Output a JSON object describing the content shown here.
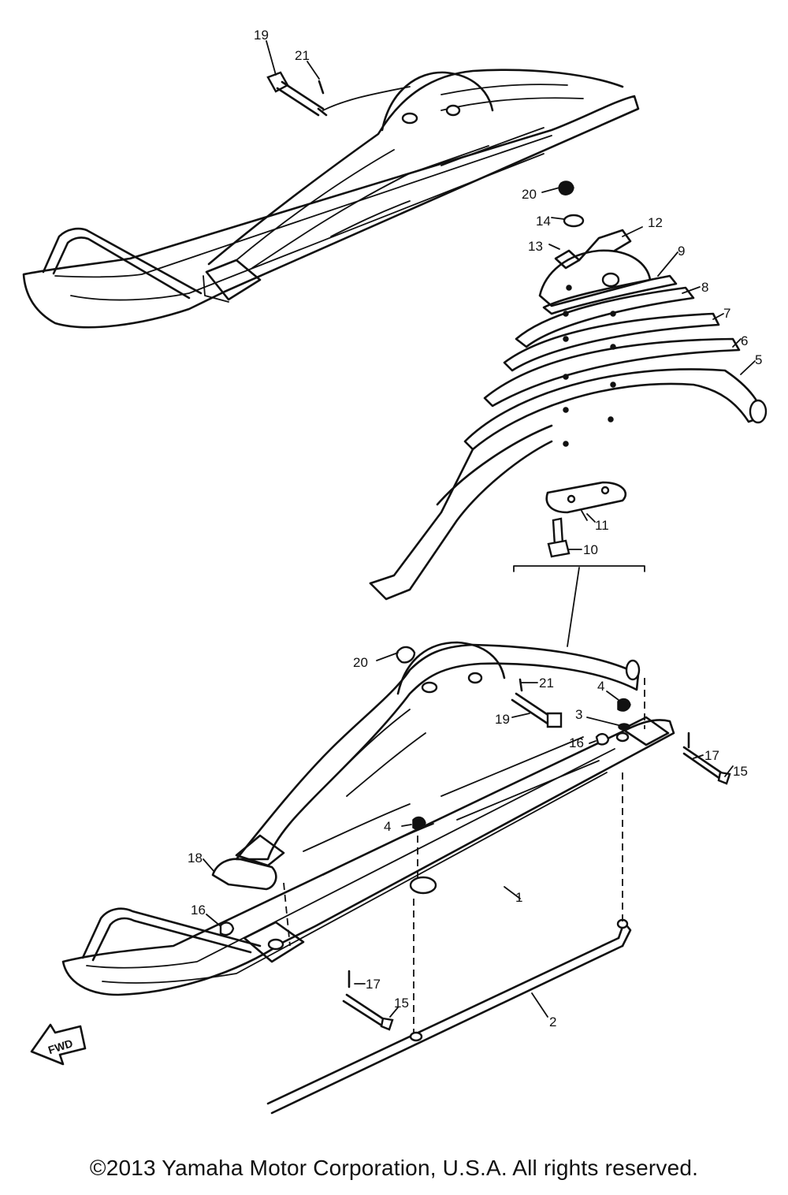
{
  "labels": {
    "c19_top": "19",
    "c21_top": "21",
    "c20_top": "20",
    "c14": "14",
    "c13": "13",
    "c12": "12",
    "c9": "9",
    "c8": "8",
    "c7": "7",
    "c6": "6",
    "c5": "5",
    "c11": "11",
    "c10": "10",
    "c20_mid": "20",
    "c21_mid": "21",
    "c19_mid": "19",
    "c4_right": "4",
    "c3": "3",
    "c16_right": "16",
    "c17_right": "17",
    "c15_right": "15",
    "c4_center": "4",
    "c18": "18",
    "c1": "1",
    "c16_left": "16",
    "c17_left": "17",
    "c15_left": "15",
    "c2": "2"
  },
  "fwd_label": "FWD",
  "copyright": "©2013 Yamaha Motor Corporation, U.S.A. All rights reserved."
}
